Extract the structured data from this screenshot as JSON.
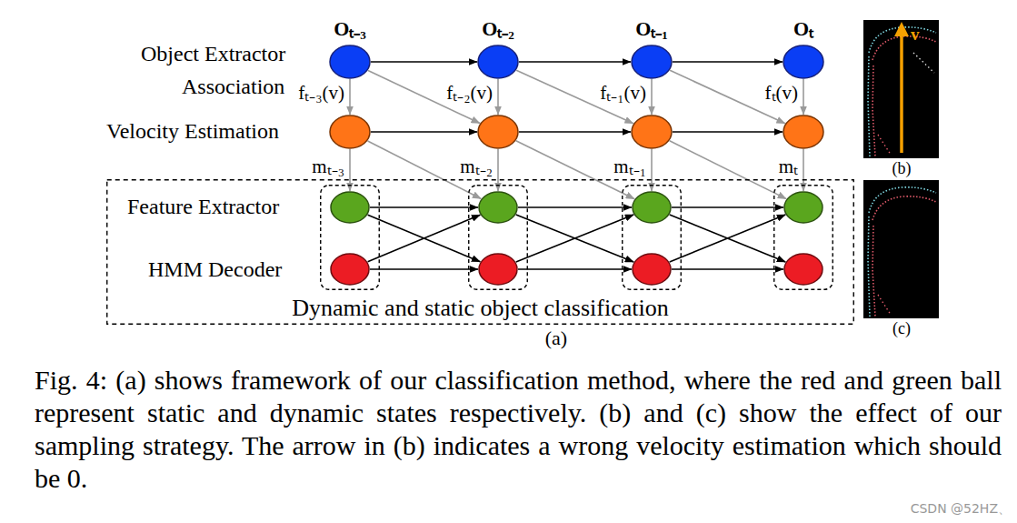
{
  "diagram": {
    "caption": "Fig. 4: (a) shows framework of our classification method, where the red and green ball represent static and dynamic states respectively. (b) and (c) show the effect of our sampling strategy. The arrow in (b) indicates a wrong velocity estimation which should be 0.",
    "nodes": [
      {
        "text": [
          "Oₜ₋₃"
        ]
      },
      {
        "text": [
          "Oₜ₋₂"
        ]
      },
      {
        "text": [
          "Oₜ₋₁"
        ]
      },
      {
        "text": [
          "Oₜ"
        ]
      },
      {
        "text": []
      },
      {
        "text": []
      },
      {
        "text": []
      },
      {
        "text": []
      },
      {
        "text": [
          "Dynamic and static object classification"
        ]
      },
      {
        "text": [],
        "in": 8
      },
      {
        "text": [],
        "in": 9
      },
      {
        "text": [],
        "in": 9
      },
      {
        "text": [],
        "in": 8
      },
      {
        "text": [],
        "in": 12
      },
      {
        "text": [],
        "in": 12
      },
      {
        "text": [],
        "in": 8
      },
      {
        "text": [],
        "in": 15
      },
      {
        "text": [],
        "in": 15
      },
      {
        "text": [],
        "in": 8
      },
      {
        "text": [],
        "in": 18
      },
      {
        "text": [],
        "in": 18
      }
    ],
    "edges": [
      {
        "from": 0,
        "to": 1,
        "arrow": "to"
      },
      {
        "from": 1,
        "to": 2,
        "arrow": "to"
      },
      {
        "from": 2,
        "to": 3,
        "arrow": "to"
      },
      {
        "from": 0,
        "to": 4,
        "label": "fₜ₋₃(v)",
        "arrow": "to"
      },
      {
        "from": 1,
        "to": 5,
        "label": "fₜ₋₂(v)",
        "arrow": "to"
      },
      {
        "from": 2,
        "to": 6,
        "label": "fₜ₋₁(v)",
        "arrow": "to"
      },
      {
        "from": 3,
        "to": 7,
        "label": "fₜ(v)",
        "arrow": "to"
      },
      {
        "from": 0,
        "to": 5,
        "arrow": "to"
      },
      {
        "from": 1,
        "to": 6,
        "arrow": "to"
      },
      {
        "from": 2,
        "to": 7,
        "arrow": "to"
      },
      {
        "from": 4,
        "to": 5,
        "arrow": "to"
      },
      {
        "from": 5,
        "to": 6,
        "arrow": "to"
      },
      {
        "from": 6,
        "to": 7,
        "arrow": "to"
      },
      {
        "from": 4,
        "to": 10,
        "label": "mₜ₋₃",
        "arrow": "to"
      },
      {
        "from": 5,
        "to": 13,
        "label": "mₜ₋₂",
        "arrow": "to"
      },
      {
        "from": 6,
        "to": 16,
        "label": "mₜ₋₁",
        "arrow": "to"
      },
      {
        "from": 7,
        "to": 19,
        "label": "mₜ",
        "arrow": "to"
      },
      {
        "from": 4,
        "to": 13,
        "arrow": "to"
      },
      {
        "from": 5,
        "to": 16,
        "arrow": "to"
      },
      {
        "from": 6,
        "to": 19,
        "arrow": "to"
      },
      {
        "from": 10,
        "to": 13,
        "arrow": "to"
      },
      {
        "from": 13,
        "to": 16,
        "arrow": "to"
      },
      {
        "from": 16,
        "to": 19,
        "arrow": "to"
      },
      {
        "from": 11,
        "to": 14,
        "arrow": "to"
      },
      {
        "from": 14,
        "to": 17,
        "arrow": "to"
      },
      {
        "from": 17,
        "to": 20,
        "arrow": "to"
      },
      {
        "from": 10,
        "to": 14,
        "arrow": "to"
      },
      {
        "from": 13,
        "to": 17,
        "arrow": "to"
      },
      {
        "from": 16,
        "to": 20,
        "arrow": "to"
      },
      {
        "from": 11,
        "to": 13,
        "arrow": "to"
      },
      {
        "from": 14,
        "to": 16,
        "arrow": "to"
      },
      {
        "from": 17,
        "to": 19,
        "arrow": "to"
      }
    ],
    "labels": [
      "Object Extractor",
      "Association",
      "Velocity Estimation",
      "Feature Extractor",
      "HMM Decoder",
      "(a)",
      "v",
      "(b)",
      "(c)",
      "CSDN @52HZ、"
    ]
  }
}
